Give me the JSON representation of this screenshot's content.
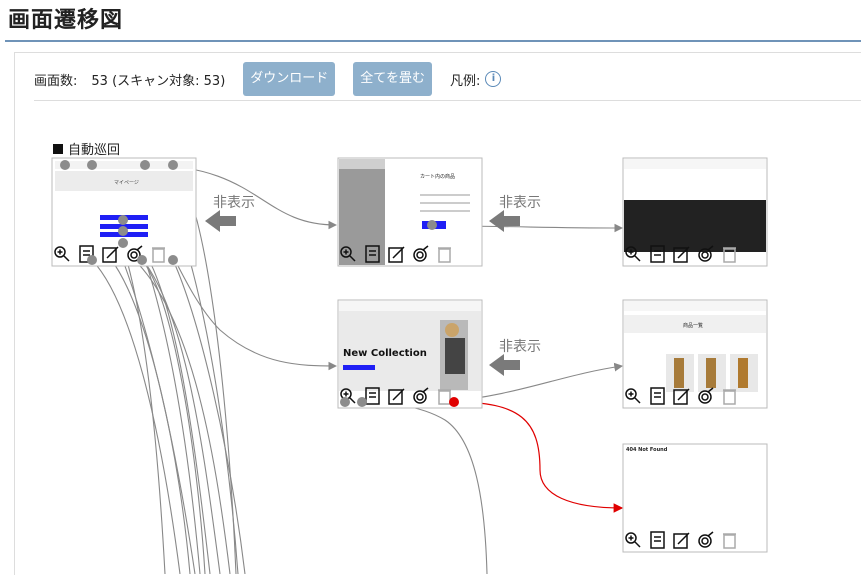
{
  "page": {
    "title": "画面遷移図"
  },
  "toolbar": {
    "count_label": "画面数:",
    "count_value": "53 (スキャン対象: 53)",
    "download_label": "ダウンロード",
    "collapse_label": "全てを畳む",
    "legend_label": "凡例:",
    "info_icon": "info-icon"
  },
  "group": {
    "label": "自動巡回"
  },
  "hidden_label": "非表示",
  "screens": [
    {
      "id": "mypage",
      "thumb_title": "マイページ"
    },
    {
      "id": "cart",
      "thumb_title": "カート内の商品"
    },
    {
      "id": "dark-footer",
      "thumb_title": ""
    },
    {
      "id": "top",
      "thumb_title": "New Collection"
    },
    {
      "id": "products",
      "thumb_title": "商品一覧"
    },
    {
      "id": "notfound",
      "thumb_title": "404 Not Found"
    }
  ],
  "colors": {
    "accent": "#8eb0cc",
    "edge": "#888888",
    "error_edge": "#e00000",
    "title_rule": "#6f93b8"
  }
}
